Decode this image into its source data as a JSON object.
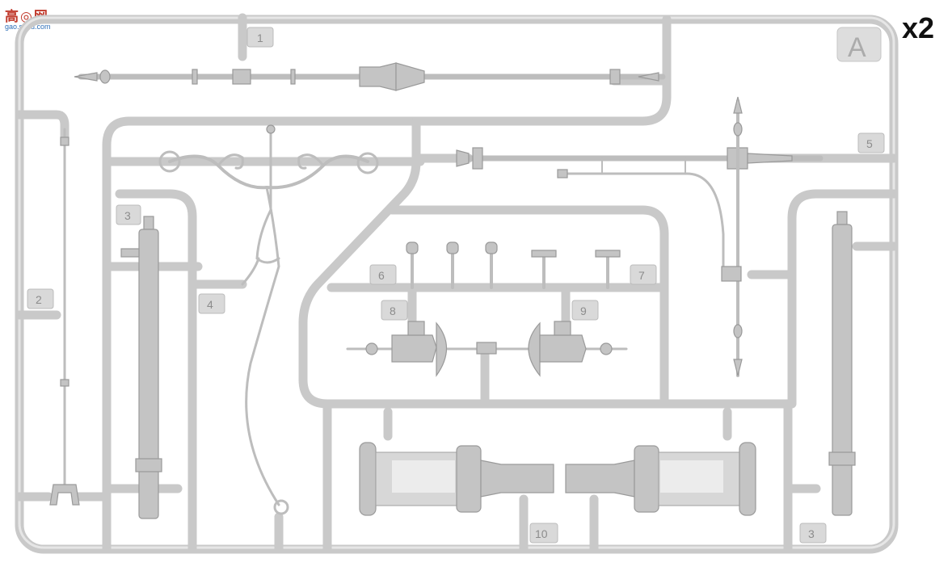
{
  "sprue": {
    "letter": "A",
    "multiplier": "x2",
    "watermark": {
      "text": "高◎网",
      "url": "gao.shou.com"
    },
    "part_numbers": [
      "1",
      "2",
      "3",
      "4",
      "5",
      "6",
      "7",
      "8",
      "9",
      "10",
      "3"
    ]
  },
  "colors": {
    "plastic": "#c9c9c9",
    "background": "#ffffff",
    "label": "#8c8c8c"
  }
}
